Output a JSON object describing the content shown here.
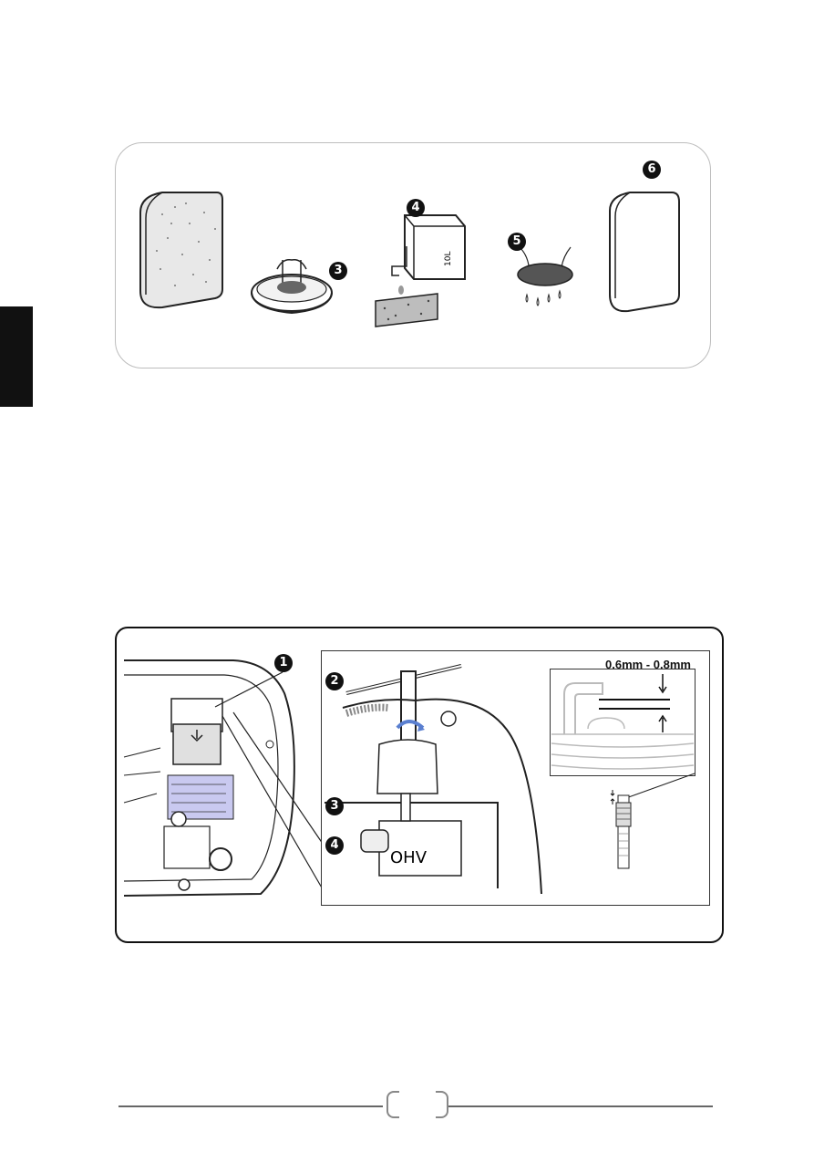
{
  "top_panel": {
    "steps": [
      "3",
      "4",
      "5",
      "6"
    ],
    "container_label": "10L"
  },
  "bottom_panel": {
    "steps": [
      "1",
      "2",
      "3",
      "4"
    ],
    "gap_spec": "0.6mm - 0.8mm",
    "engine_label": "OHV"
  },
  "footer": {
    "page_number": ""
  },
  "colors": {
    "ink": "#111111",
    "panel_border_top": "#bdbdbd",
    "footer_line": "#666666"
  }
}
